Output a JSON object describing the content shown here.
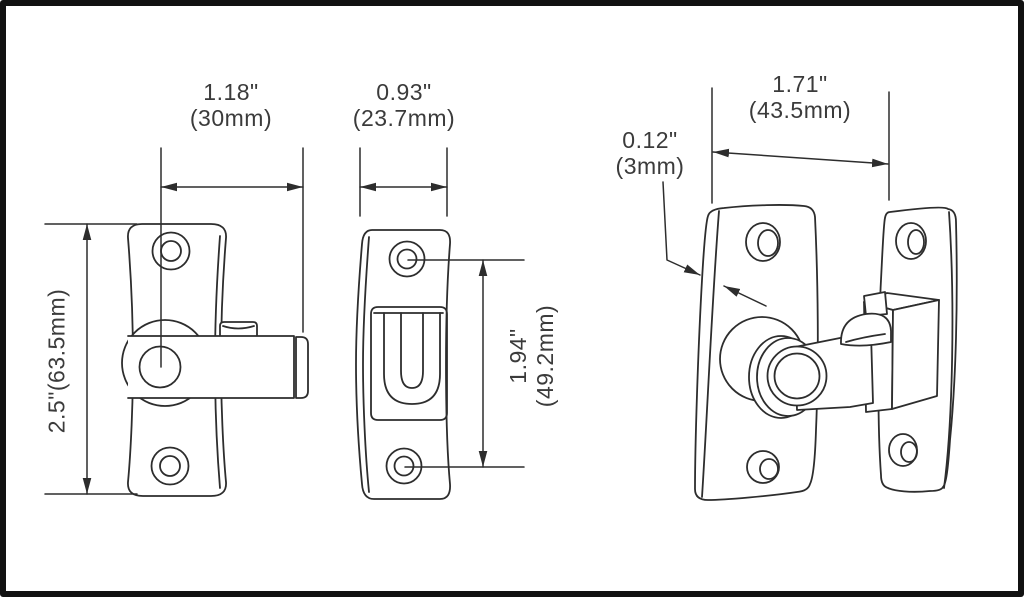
{
  "colors": {
    "frame": "#111111",
    "line": "#2d2d2d",
    "text": "#3b3b3b",
    "background": "#ffffff"
  },
  "dimensions": {
    "latch_width": {
      "inches": "1.18\"",
      "mm": "(30mm)"
    },
    "latch_height": {
      "combined": "2.5\"(63.5mm)"
    },
    "keeper_width": {
      "inches": "0.93\"",
      "mm": "(23.7mm)"
    },
    "keeper_hole_spacing": {
      "inches": "1.94\"",
      "mm": "(49.2mm)"
    },
    "assembly_width": {
      "inches": "1.71\"",
      "mm": "(43.5mm)"
    },
    "plate_thickness": {
      "inches": "0.12\"",
      "mm": "(3mm)"
    }
  }
}
